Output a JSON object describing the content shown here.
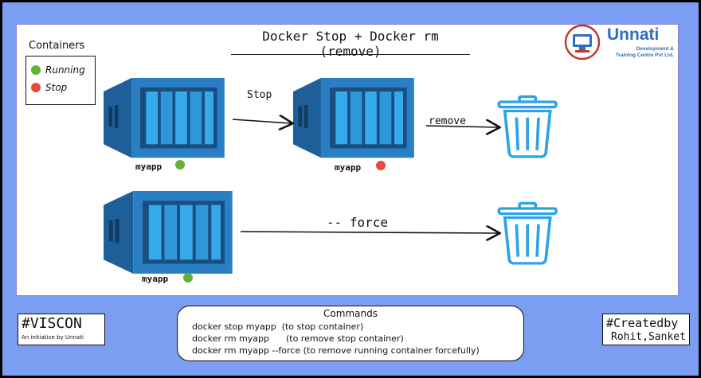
{
  "title": "Docker Stop + Docker rm (remove)",
  "legend": {
    "title": "Containers",
    "items": [
      {
        "label": "Running",
        "status": "running"
      },
      {
        "label": "Stop",
        "status": "stopped"
      }
    ]
  },
  "logo": {
    "name": "Unnati",
    "subtitle_line1": "Development &",
    "subtitle_line2": "Training Centre Pvt Ltd."
  },
  "containers": [
    {
      "label": "myapp",
      "status": "running"
    },
    {
      "label": "myapp",
      "status": "stopped"
    },
    {
      "label": "myapp",
      "status": "running"
    }
  ],
  "arrows": {
    "stop": "Stop",
    "remove": "remove",
    "force": "-- force"
  },
  "commands": {
    "title": "Commands",
    "lines": [
      "docker stop myapp  (to stop container)",
      "docker rm myapp      (to remove stop container)",
      "docker rm myapp --force (to remove running container forcefully)"
    ]
  },
  "viscon": {
    "tag": "#VISCON",
    "subtitle": "An initiative by Unnati"
  },
  "created": {
    "tag": "#Createdby",
    "names": "Rohit,Sanket"
  },
  "colors": {
    "background": "#7b9ef3",
    "container_dark": "#1f5f99",
    "container_light": "#2ea3e8",
    "running": "#5fb336",
    "stopped": "#e64a3c",
    "trash": "#2ea3e8"
  }
}
